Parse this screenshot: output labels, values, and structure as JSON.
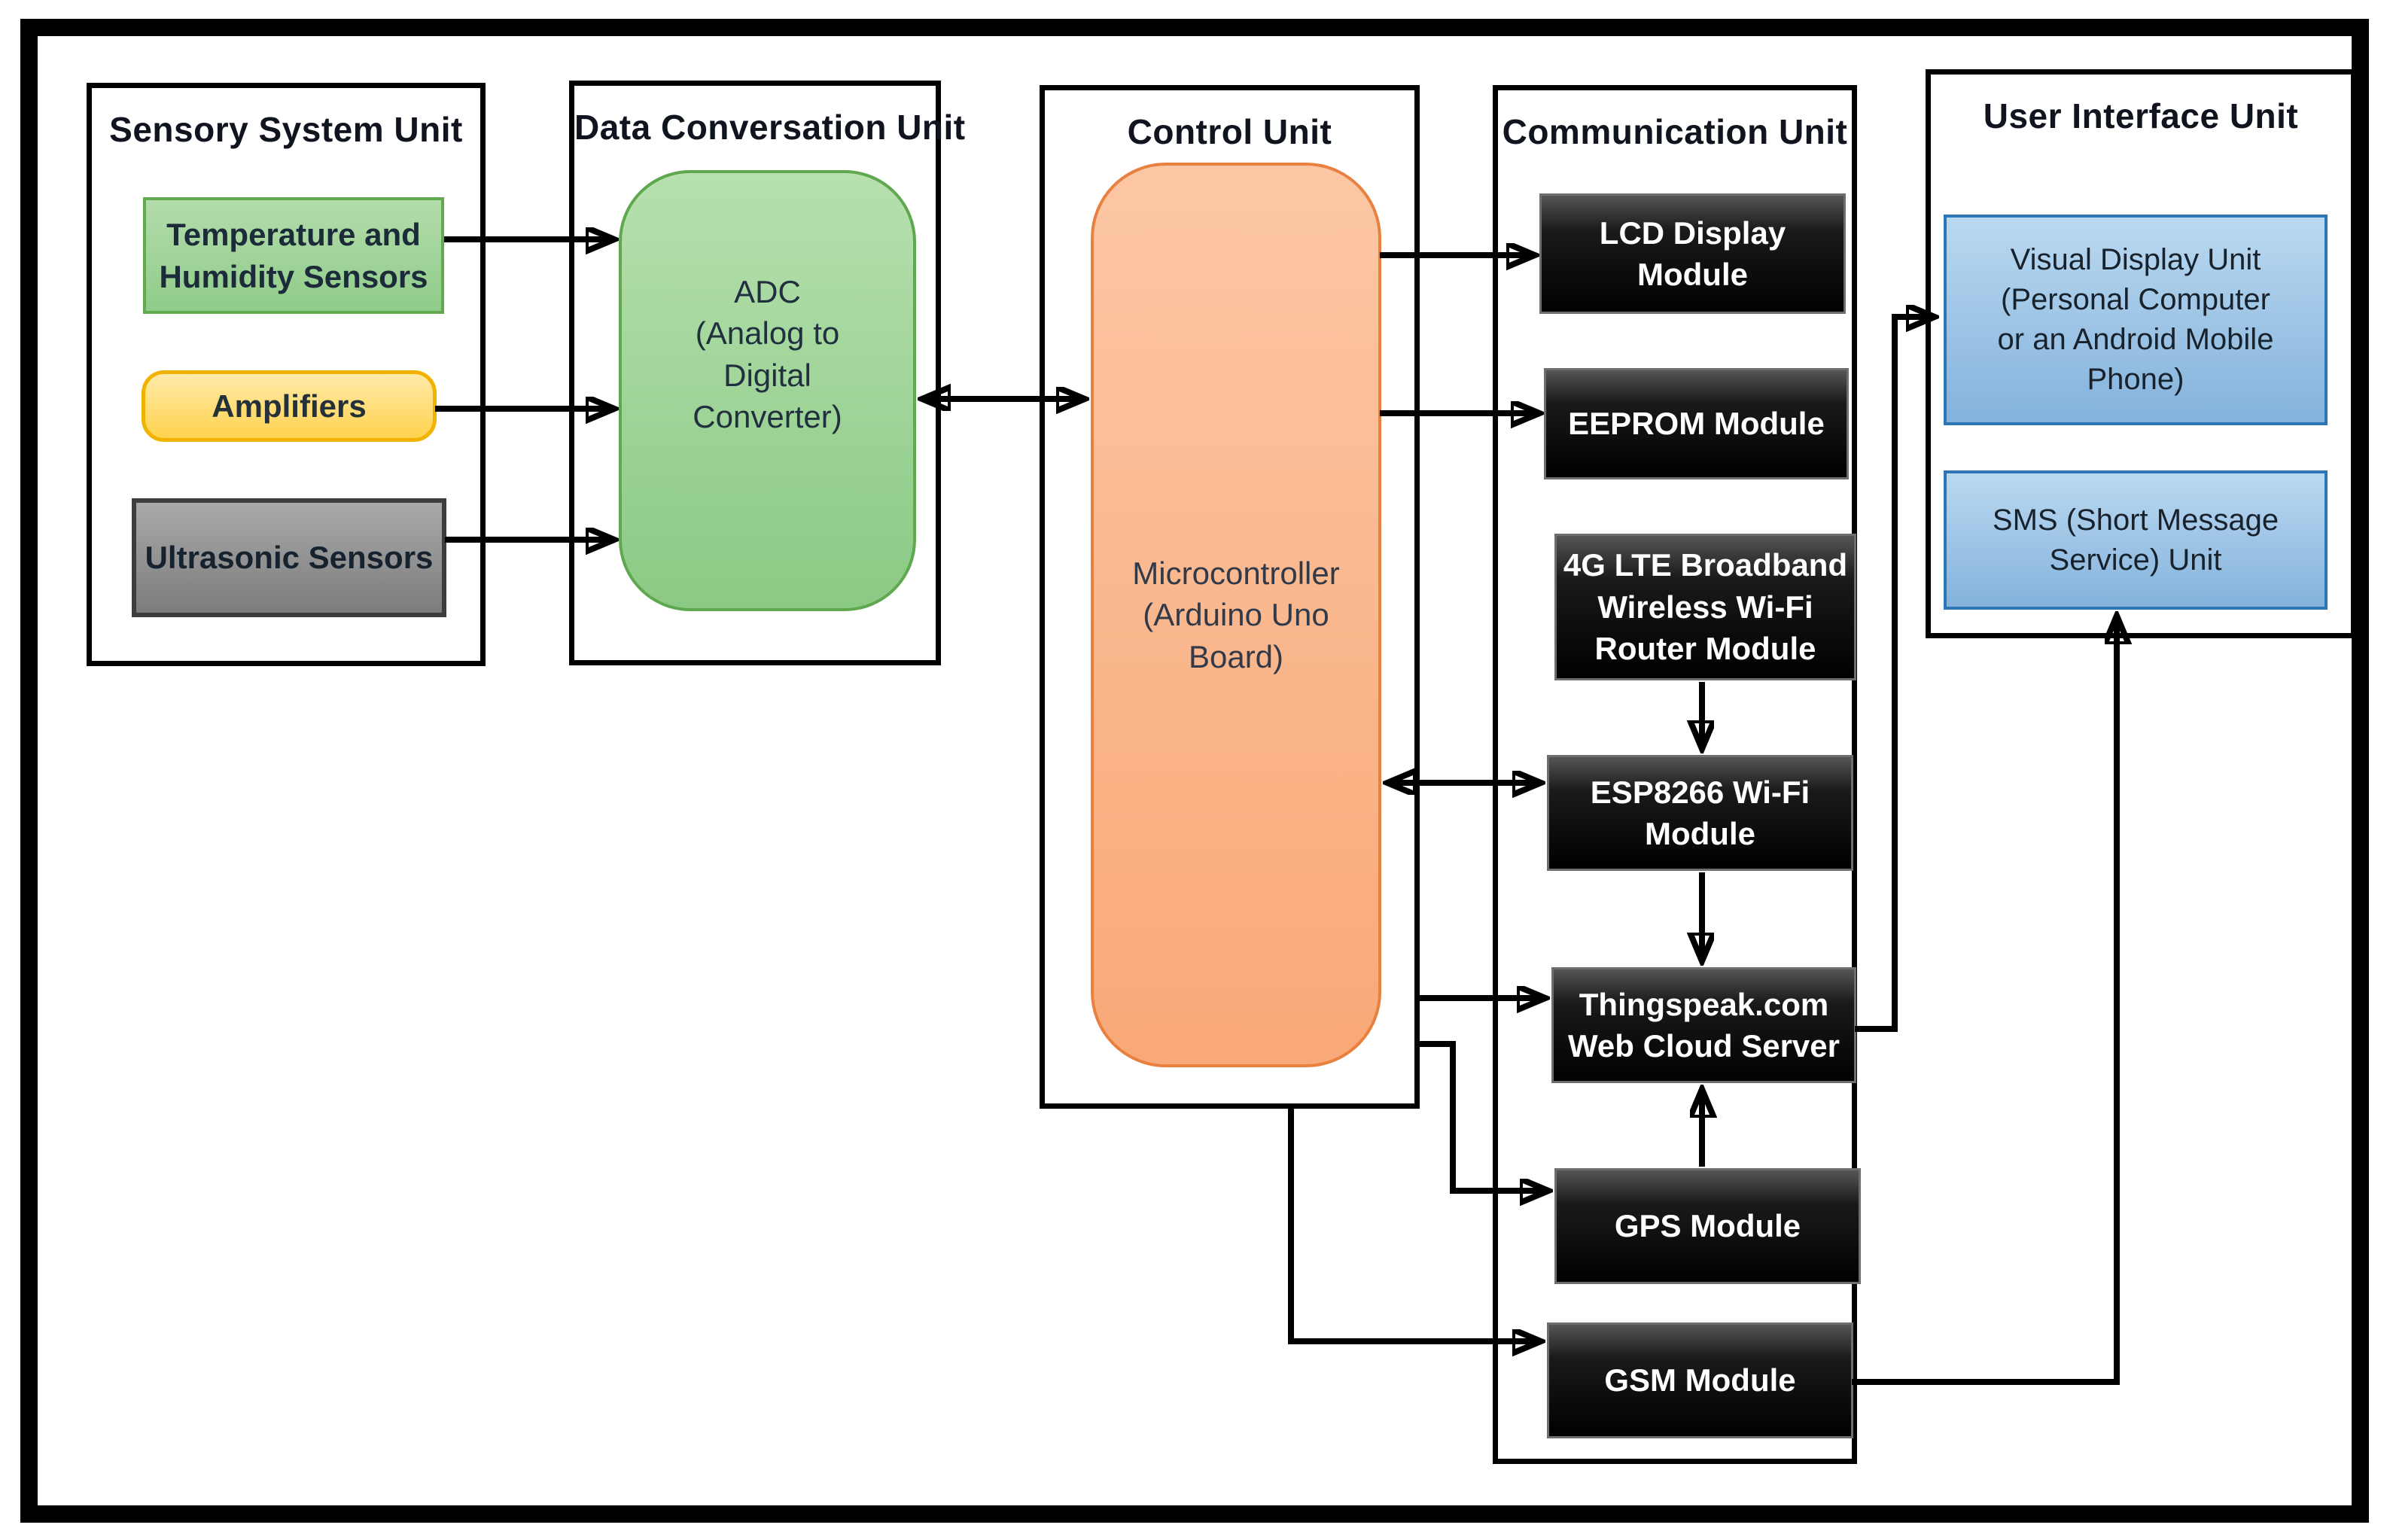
{
  "palette": {
    "frame": "#000000",
    "sensor_green": "#9fd49f",
    "amplifier_yellow": "#ffd24f",
    "ultrasonic_gray": "#8c8c8c",
    "adc_green": "#9dd295",
    "micro_orange": "#fbb98e",
    "module_black": "#000000",
    "module_text": "#ffffff",
    "ui_blue": "#9cc3e5",
    "title_text": "#10141f"
  },
  "units": {
    "sensory": {
      "title": "Sensory System Unit"
    },
    "data_conversion": {
      "title": "Data Conversation Unit"
    },
    "control": {
      "title": "Control Unit"
    },
    "communication": {
      "title": "Communication Unit"
    },
    "user_interface": {
      "title": "User Interface Unit"
    }
  },
  "blocks": {
    "temp_humidity": {
      "label": "Temperature and\nHumidity Sensors"
    },
    "amplifiers": {
      "label": "Amplifiers"
    },
    "ultrasonic": {
      "label": "Ultrasonic Sensors"
    },
    "adc": {
      "label": "ADC\n(Analog to\nDigital\nConverter)"
    },
    "microcontroller": {
      "label": "Microcontroller\n(Arduino Uno\nBoard)"
    },
    "lcd": {
      "label": "LCD Display\nModule"
    },
    "eeprom": {
      "label": "EEPROM Module"
    },
    "router_4g": {
      "label": "4G LTE Broadband\nWireless Wi-Fi\nRouter Module"
    },
    "esp8266": {
      "label": "ESP8266 Wi-Fi\nModule"
    },
    "thingspeak": {
      "label": "Thingspeak.com\nWeb Cloud Server"
    },
    "gps": {
      "label": "GPS Module"
    },
    "gsm": {
      "label": "GSM Module"
    },
    "visual_display": {
      "label": "Visual Display Unit\n(Personal Computer\nor an Android Mobile\nPhone)"
    },
    "sms": {
      "label": "SMS (Short Message\nService) Unit"
    }
  },
  "connections": [
    {
      "from": "temp_humidity",
      "to": "adc",
      "type": "arrow"
    },
    {
      "from": "amplifiers",
      "to": "adc",
      "type": "arrow"
    },
    {
      "from": "ultrasonic",
      "to": "adc",
      "type": "arrow"
    },
    {
      "from": "adc",
      "to": "microcontroller",
      "type": "double-arrow"
    },
    {
      "from": "microcontroller",
      "to": "lcd",
      "type": "arrow"
    },
    {
      "from": "microcontroller",
      "to": "eeprom",
      "type": "arrow"
    },
    {
      "from": "microcontroller",
      "to": "esp8266",
      "type": "double-arrow"
    },
    {
      "from": "router_4g",
      "to": "esp8266",
      "type": "arrow"
    },
    {
      "from": "esp8266",
      "to": "thingspeak",
      "type": "arrow"
    },
    {
      "from": "microcontroller",
      "to": "thingspeak",
      "type": "arrow"
    },
    {
      "from": "microcontroller",
      "to": "gps",
      "type": "arrow"
    },
    {
      "from": "microcontroller",
      "to": "gsm",
      "type": "arrow"
    },
    {
      "from": "gps",
      "to": "thingspeak",
      "type": "arrow"
    },
    {
      "from": "thingspeak",
      "to": "visual_display",
      "type": "arrow"
    },
    {
      "from": "gsm",
      "to": "sms",
      "type": "arrow"
    }
  ]
}
